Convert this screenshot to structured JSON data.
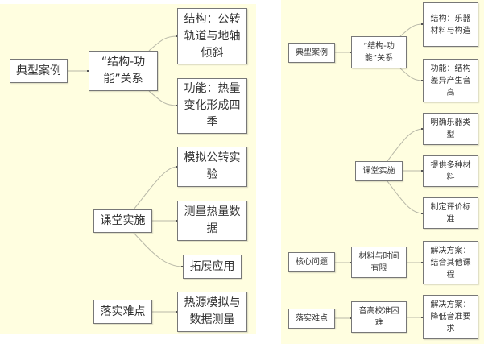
{
  "left_map": {
    "case": "典型案例",
    "relation": "“结构-功能”关系",
    "structure": "结构：公转轨道与地轴倾斜",
    "function": "功能：热量变化形成四季",
    "classroom": "课堂实施",
    "activities": [
      "模拟公转实验",
      "测量热量数据",
      "拓展应用"
    ],
    "difficulty": "落实难点",
    "difficulty_detail": "热源模拟与数据测量"
  },
  "right_map": {
    "case": "典型案例",
    "relation": "“结构-功能”关系",
    "structure": "结构：乐器材料与构造",
    "function": "功能：结构差异产生音高",
    "classroom": "课堂实施",
    "activities": [
      "明确乐器类型",
      "提供多种材料",
      "制定评价标准"
    ],
    "core_issue": "核心问题",
    "core_issue_detail": "材料与时间有限",
    "core_issue_solution": "解决方案：结合其他课程",
    "difficulty": "落实难点",
    "difficulty_detail": "音高校准困难",
    "difficulty_solution": "解决方案：降低音准要求"
  }
}
